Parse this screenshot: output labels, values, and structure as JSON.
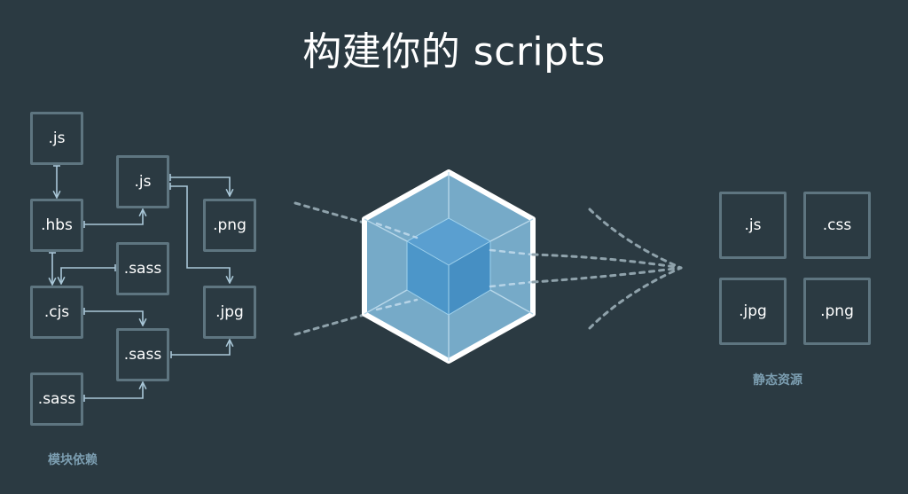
{
  "title": "构建你的 scripts",
  "modules": {
    "caption": "模块依赖",
    "items": [
      ".js",
      ".js",
      ".hbs",
      ".png",
      ".sass",
      ".cjs",
      ".jpg",
      ".sass",
      ".sass"
    ]
  },
  "assets": {
    "caption": "静态资源",
    "items": [
      ".js",
      ".css",
      ".jpg",
      ".png"
    ]
  },
  "colors": {
    "background": "#2b3a42",
    "box_border": "#5e7580",
    "arrow": "#a9c7d8",
    "dashed": "#8fa2ab",
    "cube_outer": "#8ed6fb",
    "cube_inner": "#1c78c0",
    "caption": "#7c9eb1"
  }
}
